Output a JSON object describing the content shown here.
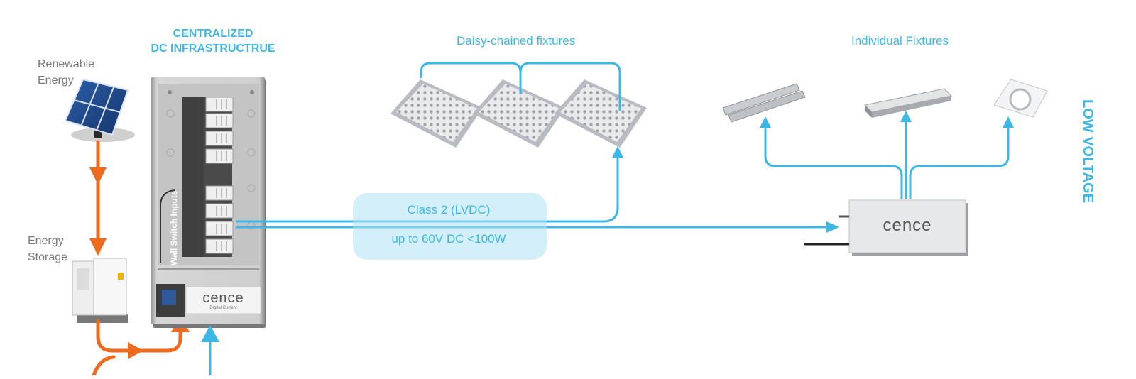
{
  "sources": {
    "renewable_label_line1": "Renewable",
    "renewable_label_line2": "Energy",
    "storage_label_line1": "Energy",
    "storage_label_line2": "Storage"
  },
  "panel": {
    "title_line1": "CENTRALIZED",
    "title_line2": "DC INFRASTRUCTRUE",
    "wall_switch_label": "Wall Switch Inputs",
    "logo": "cence",
    "logo_sub": "Digital Current"
  },
  "fixtures": {
    "daisy_chained_label": "Daisy-chained fixtures",
    "individual_label": "Individual Fixtures"
  },
  "circuit": {
    "class_label": "Class 2 (LVDC)",
    "spec_label": "up to 60V DC <100W"
  },
  "driver": {
    "logo": "cence"
  },
  "side_label": "LOW VOLTAGE",
  "colors": {
    "accent_blue": "#3db8e6",
    "power_orange": "#ee6a1c",
    "label_grey": "#7a7a7a"
  }
}
